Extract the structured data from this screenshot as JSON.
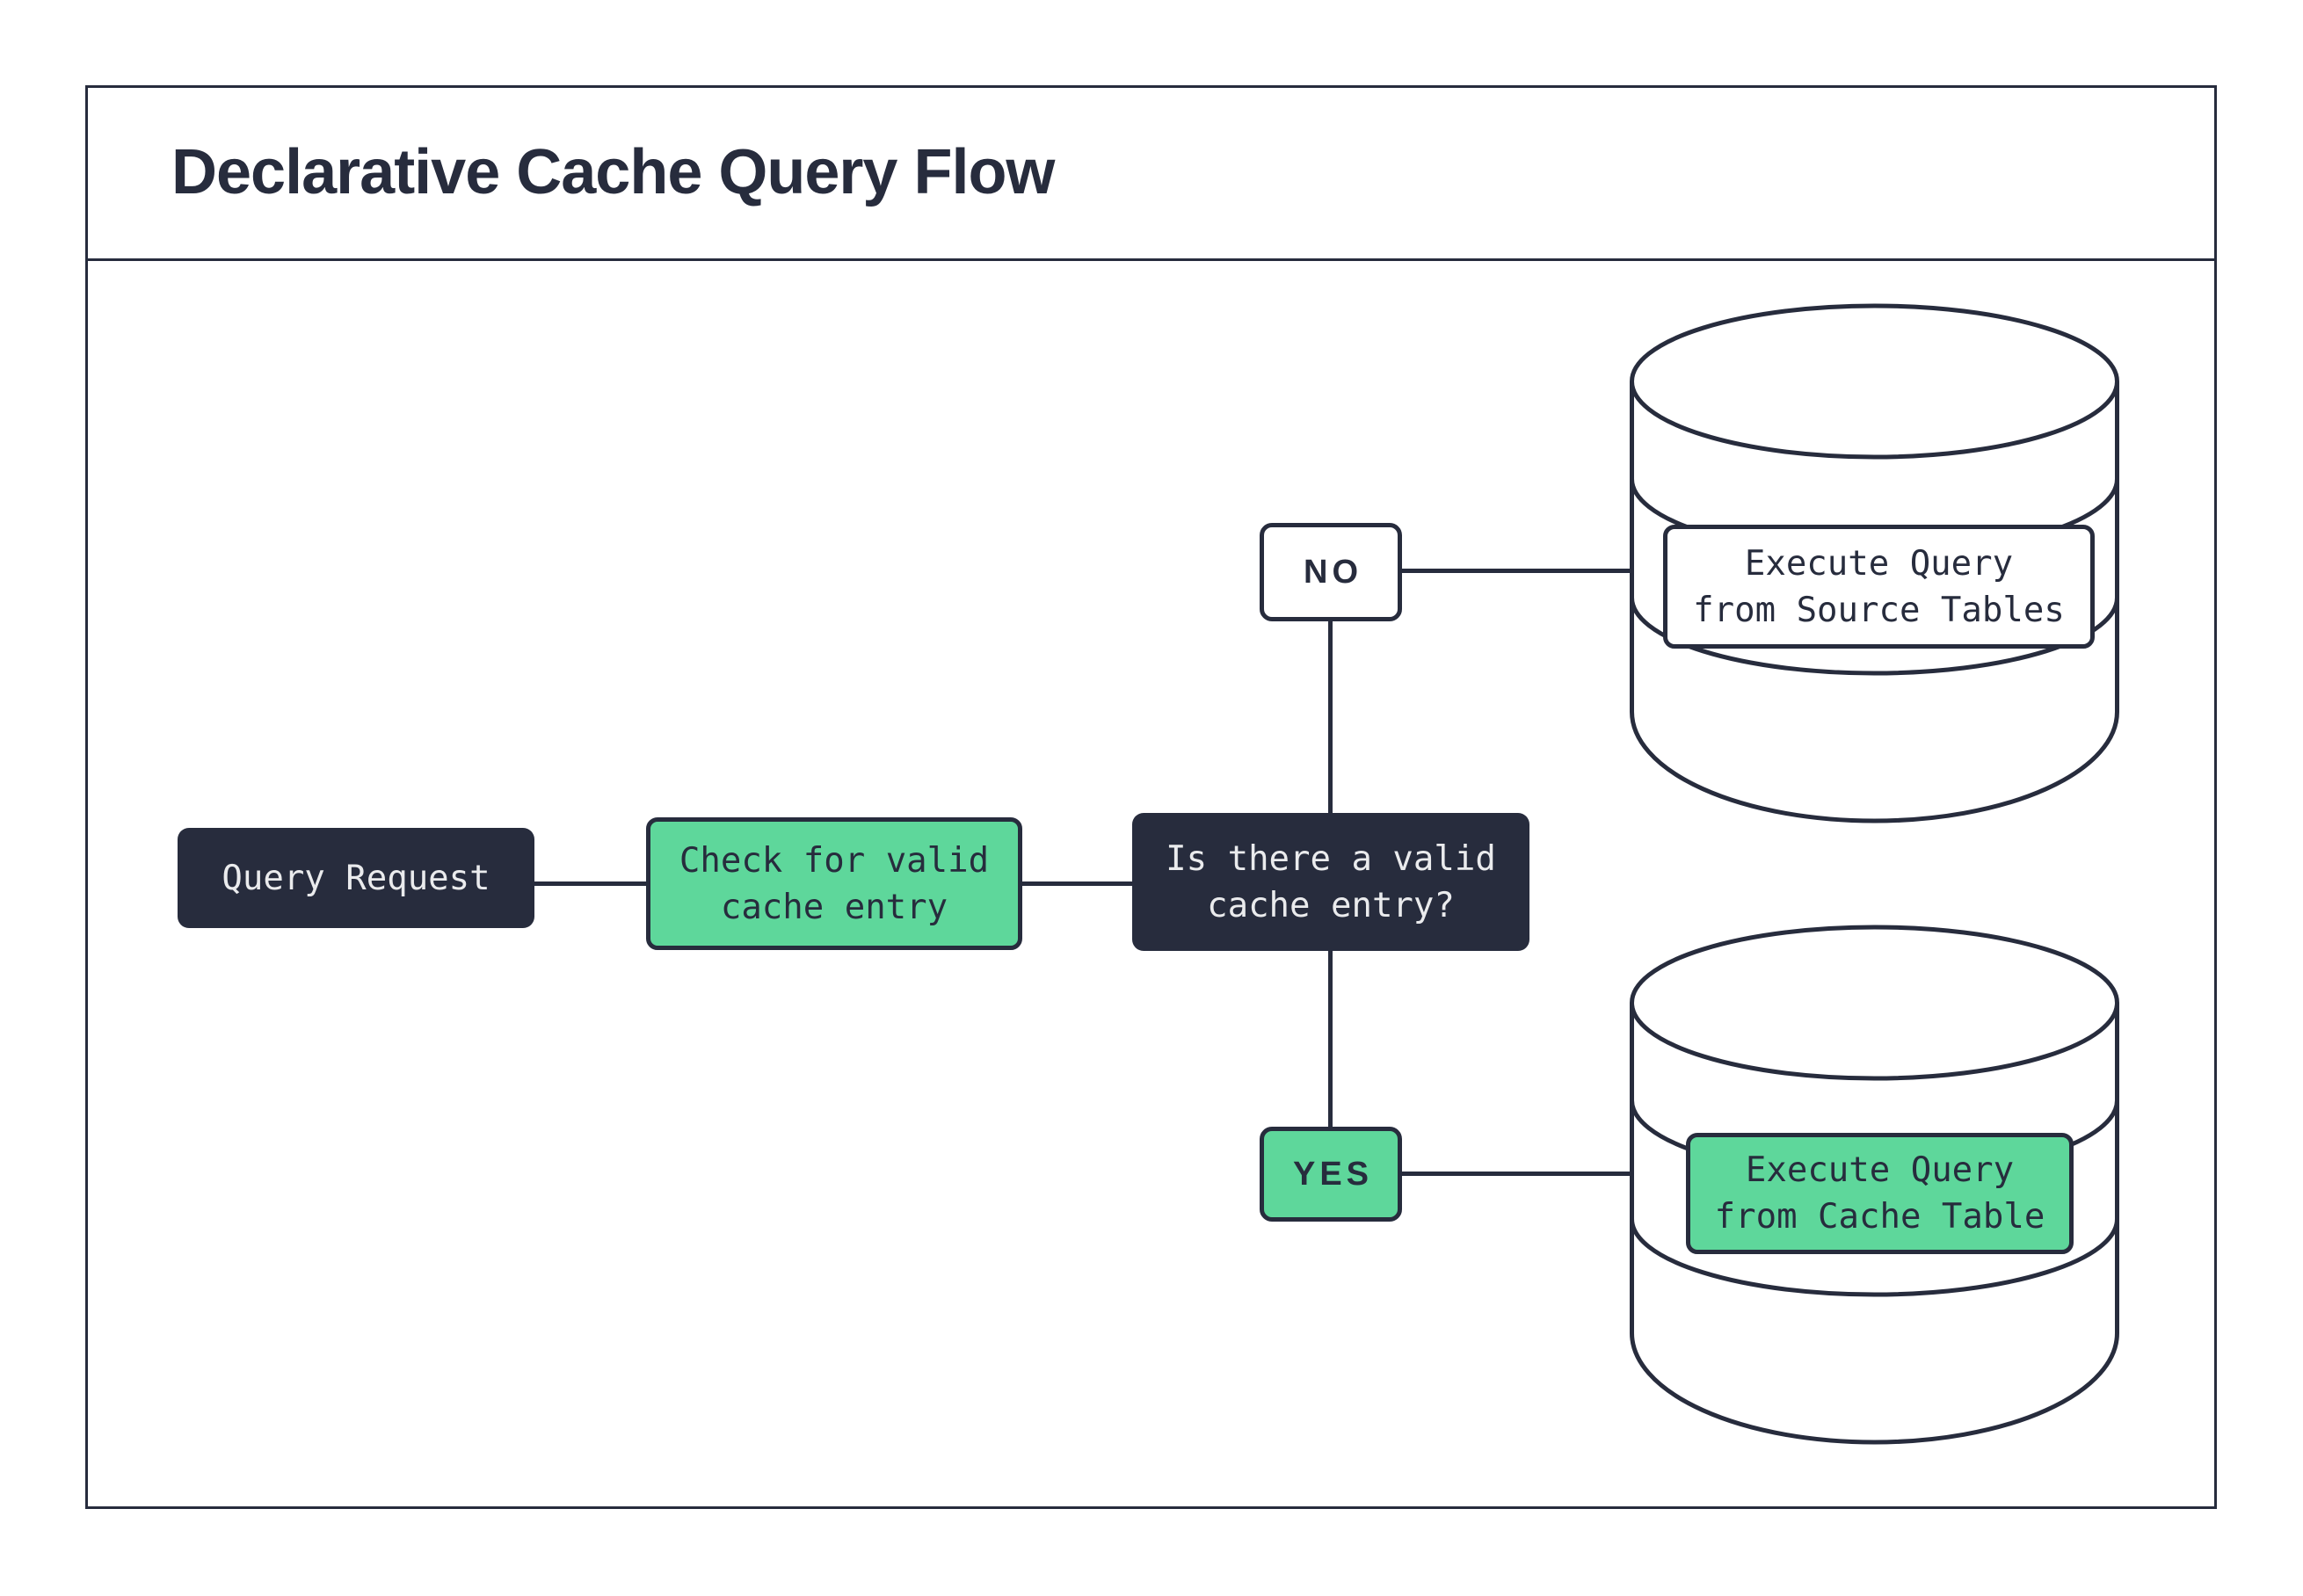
{
  "title": "Declarative Cache Query Flow",
  "colors": {
    "ink": "#272C3D",
    "green": "#5ED79B",
    "light_text": "#EAEBED",
    "background": "#FFFFFF"
  },
  "nodes": {
    "query_request": {
      "label": "Query Request"
    },
    "check_cache": {
      "label": "Check for valid\ncache entry"
    },
    "is_valid": {
      "label": "Is there a valid\ncache entry?"
    },
    "execute_source": {
      "label": "Execute Query\nfrom Source Tables"
    },
    "execute_cache": {
      "label": "Execute Query\nfrom Cache Table"
    }
  },
  "edges": {
    "no_label": "NO",
    "yes_label": "YES"
  }
}
